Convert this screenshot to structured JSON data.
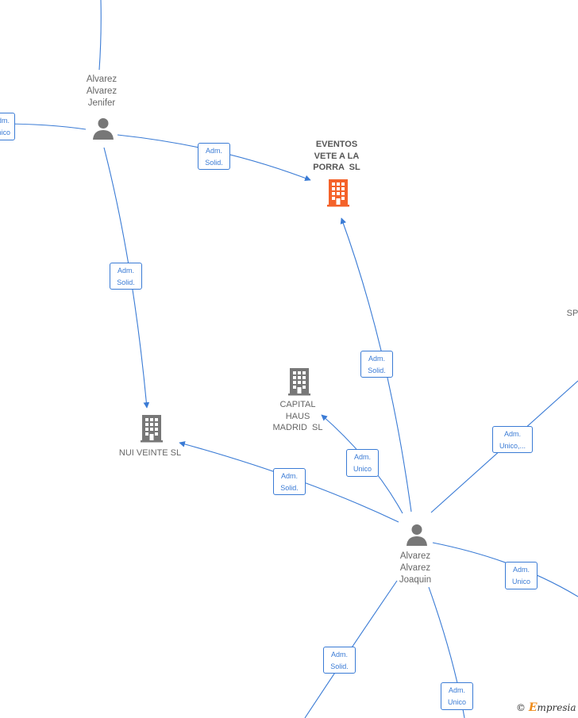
{
  "nodes": {
    "jenifer": {
      "name": "Alvarez\nAlvarez\nJenifer",
      "kind": "person",
      "icon": "person-icon"
    },
    "joaquin": {
      "name": "Alvarez\nAlvarez\nJoaquin",
      "kind": "person",
      "icon": "person-icon"
    },
    "eventos": {
      "name": "EVENTOS\nVETE A LA\nPORRA  SL",
      "kind": "company",
      "focus": true,
      "color": "#f4622a",
      "icon": "building-icon"
    },
    "capital": {
      "name": "CAPITAL\nHAUS\nMADRID  SL",
      "kind": "company",
      "color": "#777777",
      "icon": "building-icon"
    },
    "nui": {
      "name": "NUI VEINTE SL",
      "kind": "company",
      "color": "#777777",
      "icon": "building-icon"
    },
    "sp": {
      "name": "SP",
      "kind": "company-partial"
    }
  },
  "edges": [
    {
      "id": "jen-left",
      "label": [
        "Adm.",
        "Unico"
      ]
    },
    {
      "id": "jen-eventos",
      "label": [
        "Adm.",
        "Solid."
      ]
    },
    {
      "id": "jen-nui",
      "label": [
        "Adm.",
        "Solid."
      ]
    },
    {
      "id": "joa-eventos",
      "label": [
        "Adm.",
        "Solid."
      ]
    },
    {
      "id": "joa-capital",
      "label": [
        "Adm.",
        "Unico"
      ]
    },
    {
      "id": "joa-nui",
      "label": [
        "Adm.",
        "Solid."
      ]
    },
    {
      "id": "joa-upright",
      "label": [
        "Adm.",
        "Unico,..."
      ]
    },
    {
      "id": "joa-right",
      "label": [
        "Adm.",
        "Unico"
      ]
    },
    {
      "id": "joa-downleft",
      "label": [
        "Adm.",
        "Solid."
      ]
    },
    {
      "id": "joa-down",
      "label": [
        "Adm.",
        "Unico"
      ]
    }
  ],
  "colors": {
    "edge": "#3a7bd5",
    "person": "#777777",
    "focus_company": "#f4622a",
    "company": "#777777"
  },
  "watermark": {
    "symbol": "©",
    "brand_initial": "E",
    "brand_rest": "mpresia"
  }
}
